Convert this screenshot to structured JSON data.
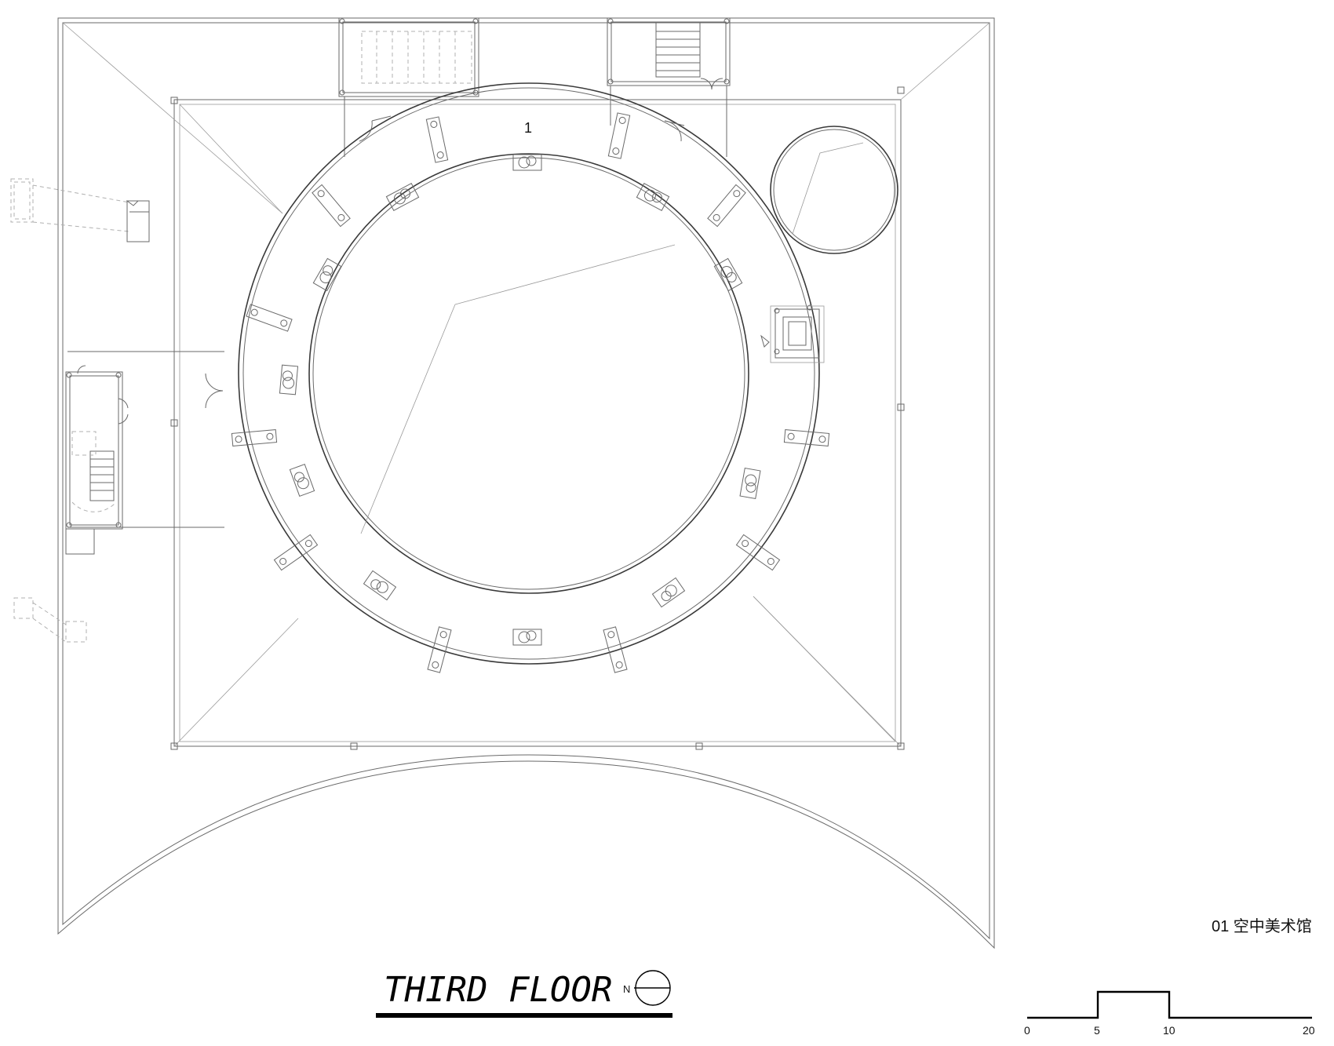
{
  "drawing": {
    "title": "THIRD FLOOR",
    "room_number": "1",
    "legend_entry": "01 空中美术馆",
    "north_label": "N",
    "scale_ticks": [
      "0",
      "5",
      "10",
      "20"
    ]
  },
  "colors": {
    "line": "#6a6a6a",
    "dark": "#000000"
  }
}
